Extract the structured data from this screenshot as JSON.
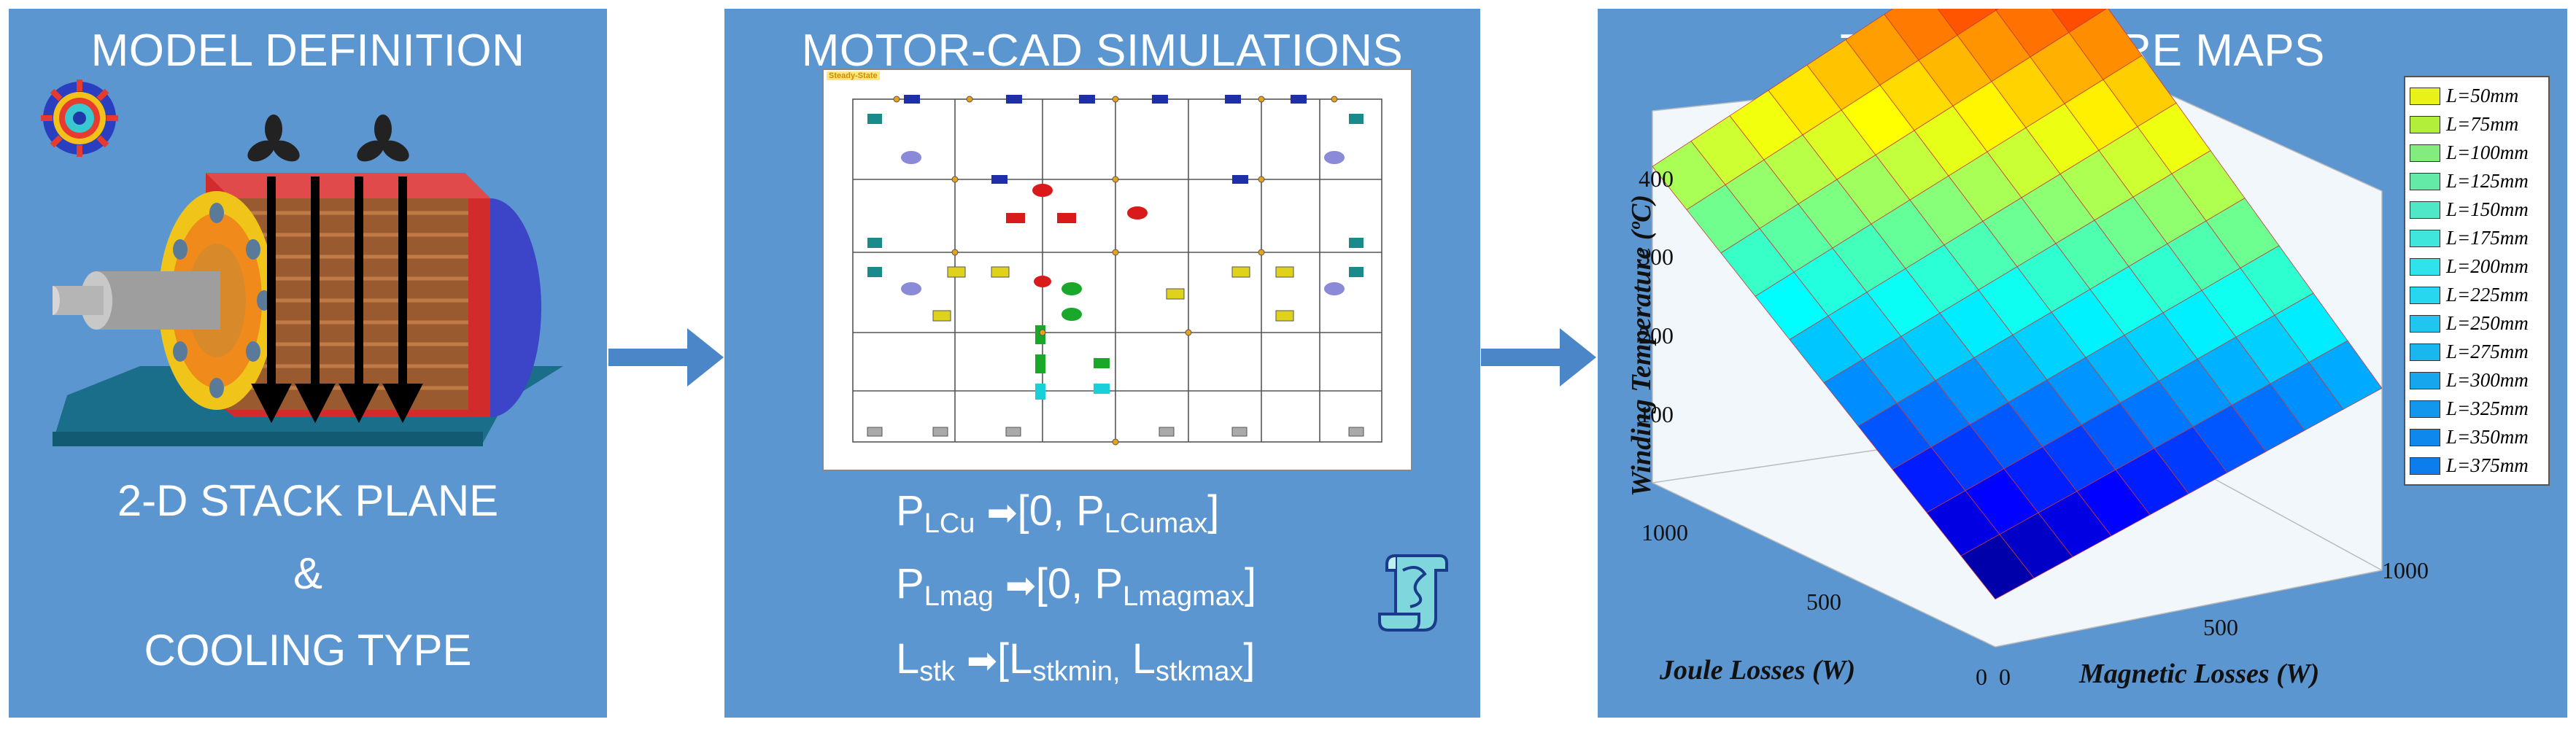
{
  "panels": {
    "model": {
      "title": "MODEL DEFINITION",
      "line1": "2-D STACK PLANE",
      "line2": "&",
      "line3": "COOLING TYPE"
    },
    "simulations": {
      "title": "MOTOR-CAD SIMULATIONS",
      "network_header": "Steady-State",
      "eq1": {
        "sym": "P",
        "sub": "LCu",
        "lo": "0",
        "hi": "P",
        "hi_sub": "LCumax"
      },
      "eq2": {
        "sym": "P",
        "sub": "Lmag",
        "lo": "0",
        "hi": "P",
        "hi_sub": "Lmagmax"
      },
      "eq3": {
        "sym": "L",
        "sub": "stk",
        "lo": "L",
        "lo_sub": "stkmin,",
        "hi": "L",
        "hi_sub": "stkmax"
      }
    },
    "maps": {
      "title": "TEMPERATURE MAPS",
      "zlabel": "Winding Temperature (ºC)",
      "xlabel": "Magnetic Losses (W)",
      "ylabel": "Joule Losses (W)",
      "zticks": [
        "400",
        "300",
        "200",
        "100"
      ],
      "xticks": [
        "0",
        "500",
        "1000"
      ],
      "yticks": [
        "1000",
        "500",
        "0"
      ],
      "legend": [
        {
          "label": "L=50mm",
          "color": "#e8f21a"
        },
        {
          "label": "L=75mm",
          "color": "#b2ef3a"
        },
        {
          "label": "L=100mm",
          "color": "#82ec7e"
        },
        {
          "label": "L=125mm",
          "color": "#62eaa6"
        },
        {
          "label": "L=150mm",
          "color": "#4fe8c6"
        },
        {
          "label": "L=175mm",
          "color": "#3ee6dc"
        },
        {
          "label": "L=200mm",
          "color": "#2fe2ec"
        },
        {
          "label": "L=225mm",
          "color": "#27d6ef"
        },
        {
          "label": "L=250mm",
          "color": "#20c6ef"
        },
        {
          "label": "L=275mm",
          "color": "#1ab6ef"
        },
        {
          "label": "L=300mm",
          "color": "#16a6ee"
        },
        {
          "label": "L=325mm",
          "color": "#1296ee"
        },
        {
          "label": "L=350mm",
          "color": "#0f88ed"
        },
        {
          "label": "L=375mm",
          "color": "#0d7cec"
        }
      ]
    }
  },
  "colors": {
    "panel_bg": "#5c96d0",
    "arrow": "#4a86c8",
    "motor_stator": "#cc2a2a",
    "motor_windings": "#8b5a2b"
  }
}
